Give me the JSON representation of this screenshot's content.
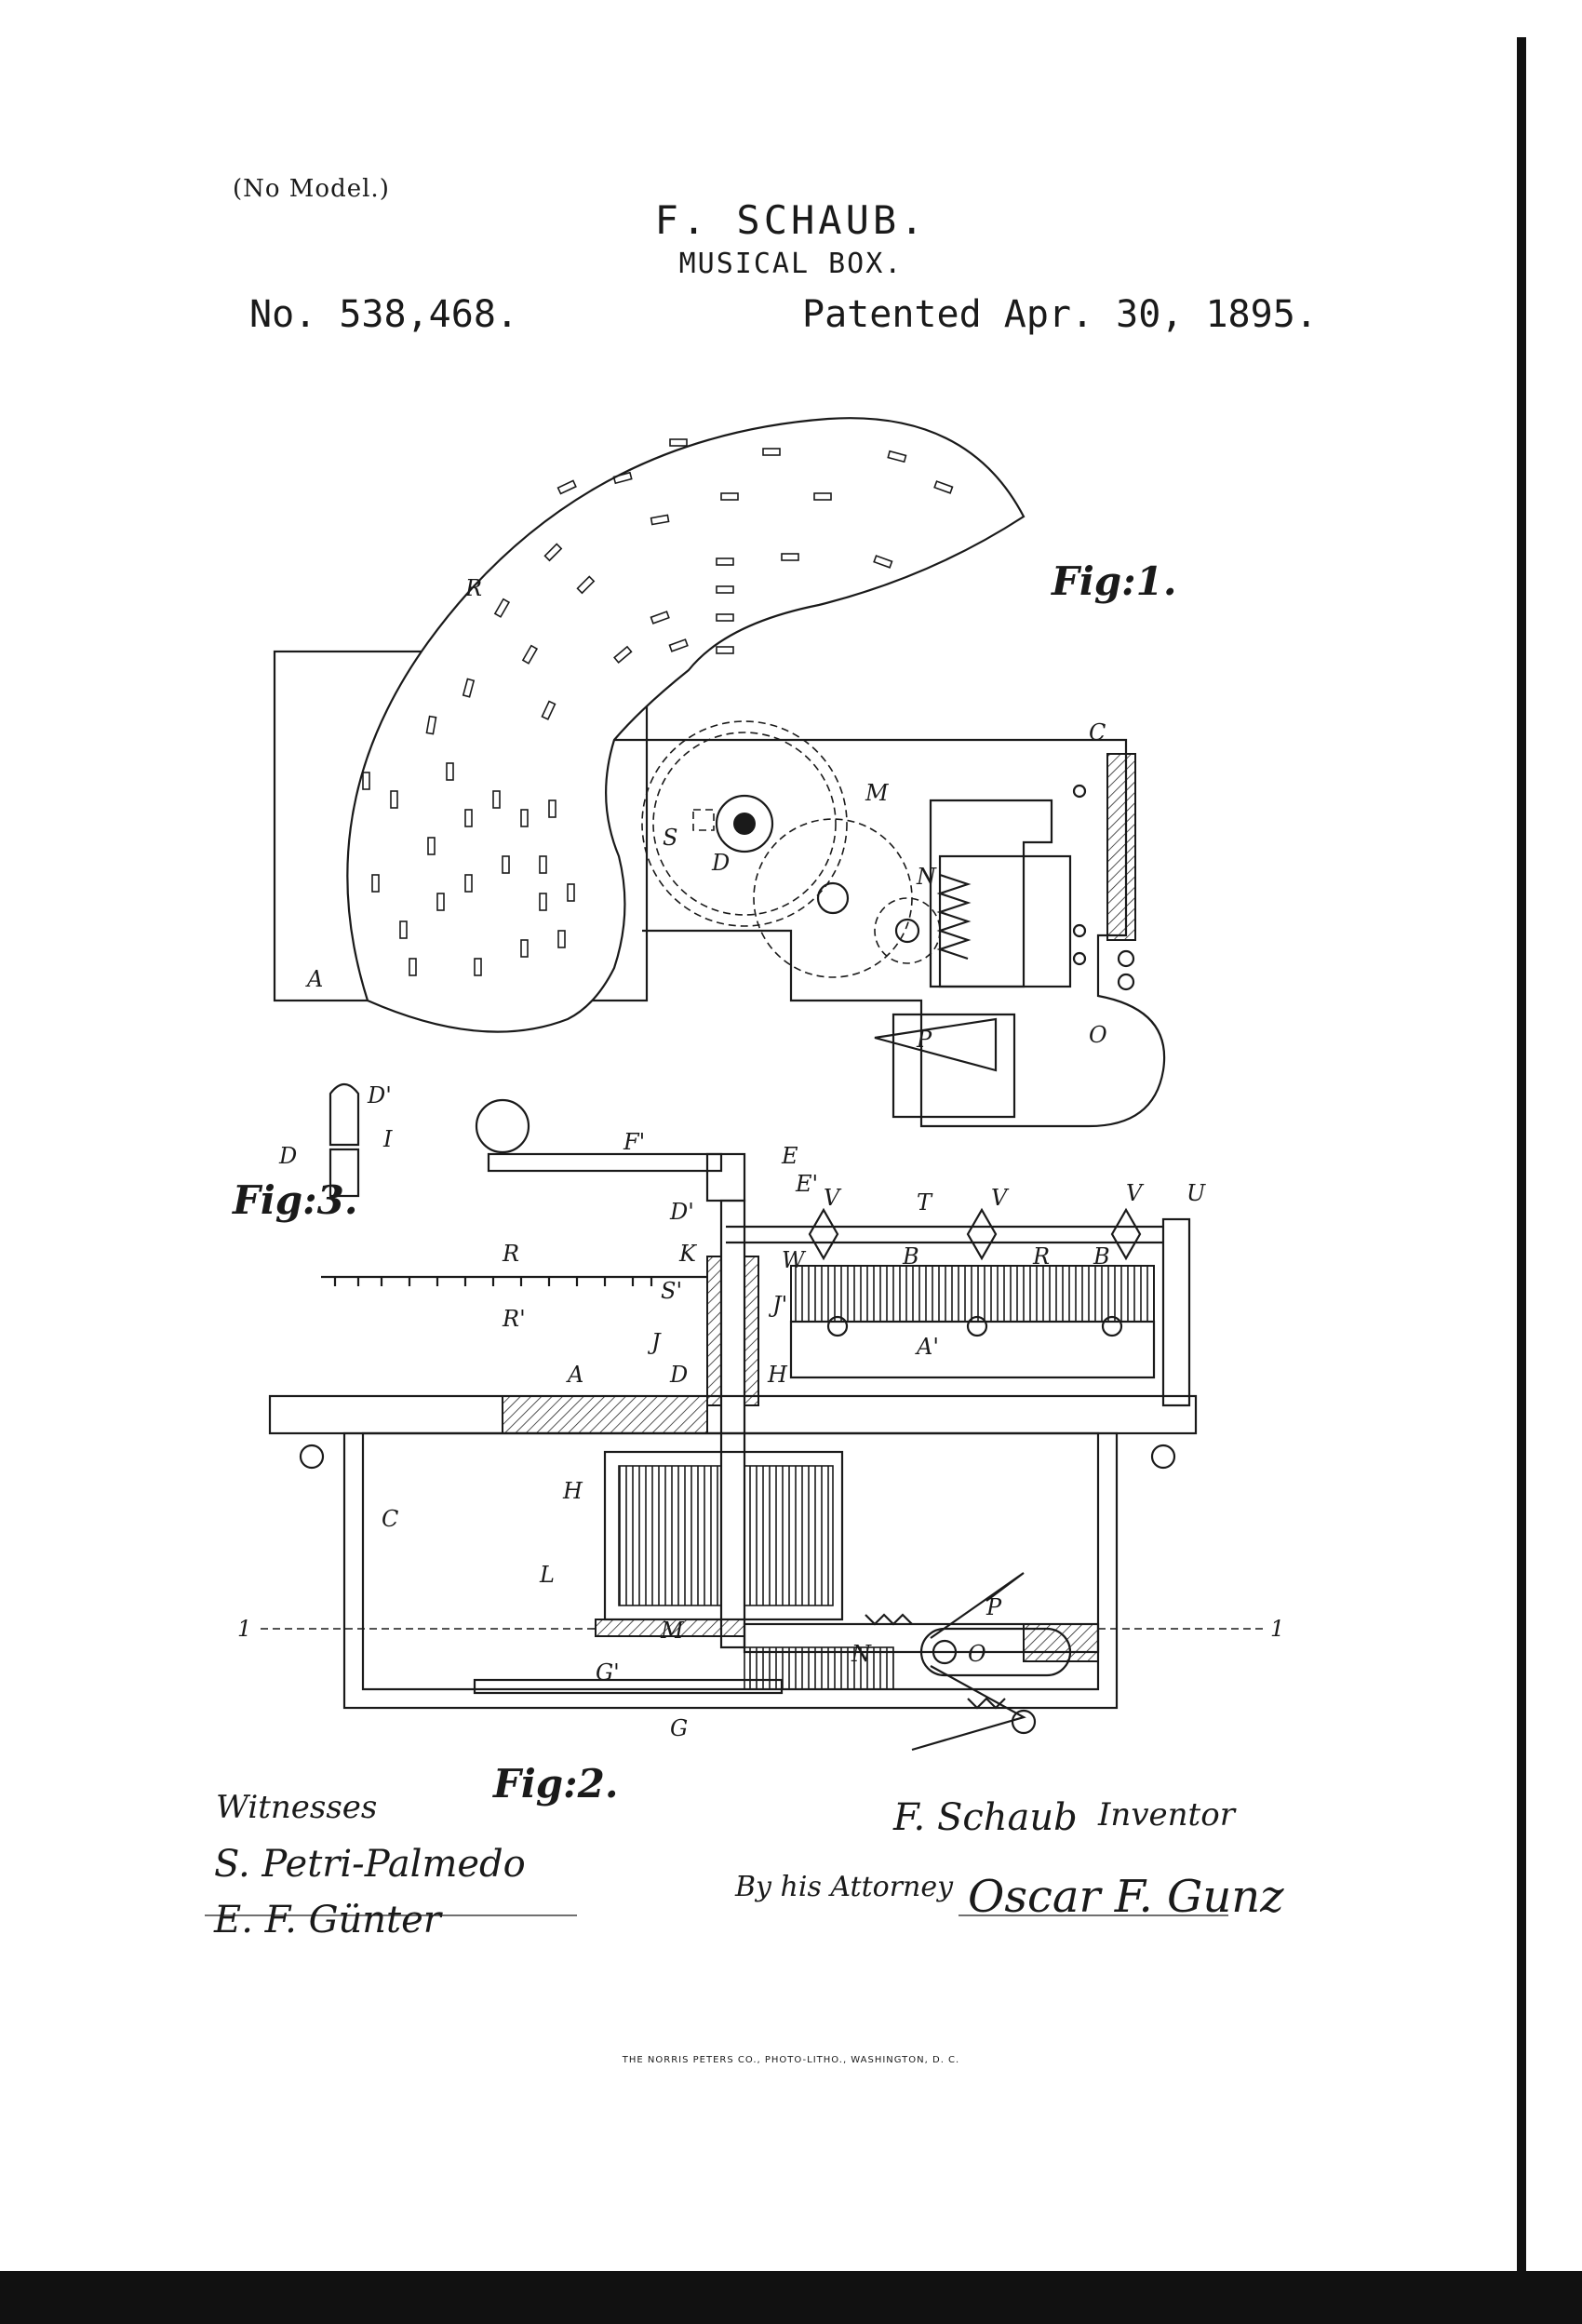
{
  "header": {
    "no_model": "(No Model.)",
    "inventor": "F. SCHAUB.",
    "title": "MUSICAL BOX.",
    "patent_number": "No. 538,468.",
    "patent_date": "Patented Apr. 30, 1895."
  },
  "figures": {
    "fig1": "Fig:1.",
    "fig2": "Fig:2.",
    "fig3": "Fig:3."
  },
  "labels": {
    "R": "R",
    "A": "A",
    "C": "C",
    "M": "M",
    "S": "S",
    "D": "D",
    "N": "N",
    "O": "O",
    "P": "P",
    "D1": "D'",
    "I": "I",
    "F1": "F'",
    "E": "E",
    "E1": "E'",
    "V": "V",
    "T": "T",
    "U": "U",
    "W": "W",
    "B": "B",
    "K": "K",
    "S1": "S'",
    "J": "J",
    "J1": "J'",
    "A1": "A'",
    "H": "H",
    "L": "L",
    "G": "G",
    "G1": "G'",
    "R1": "R'",
    "one": "1"
  },
  "signatures": {
    "witnesses_label": "Witnesses",
    "witness_1": "S. Petri-Palmedo",
    "witness_2": "E. F. Günter",
    "inventor": "F. Schaub",
    "inventor_role": "Inventor",
    "by_attorney": "By his Attorney",
    "attorney": "Oscar F. Gunz"
  },
  "footer": {
    "printer": "THE NORRIS PETERS CO., PHOTO-LITHO., WASHINGTON, D. C."
  }
}
